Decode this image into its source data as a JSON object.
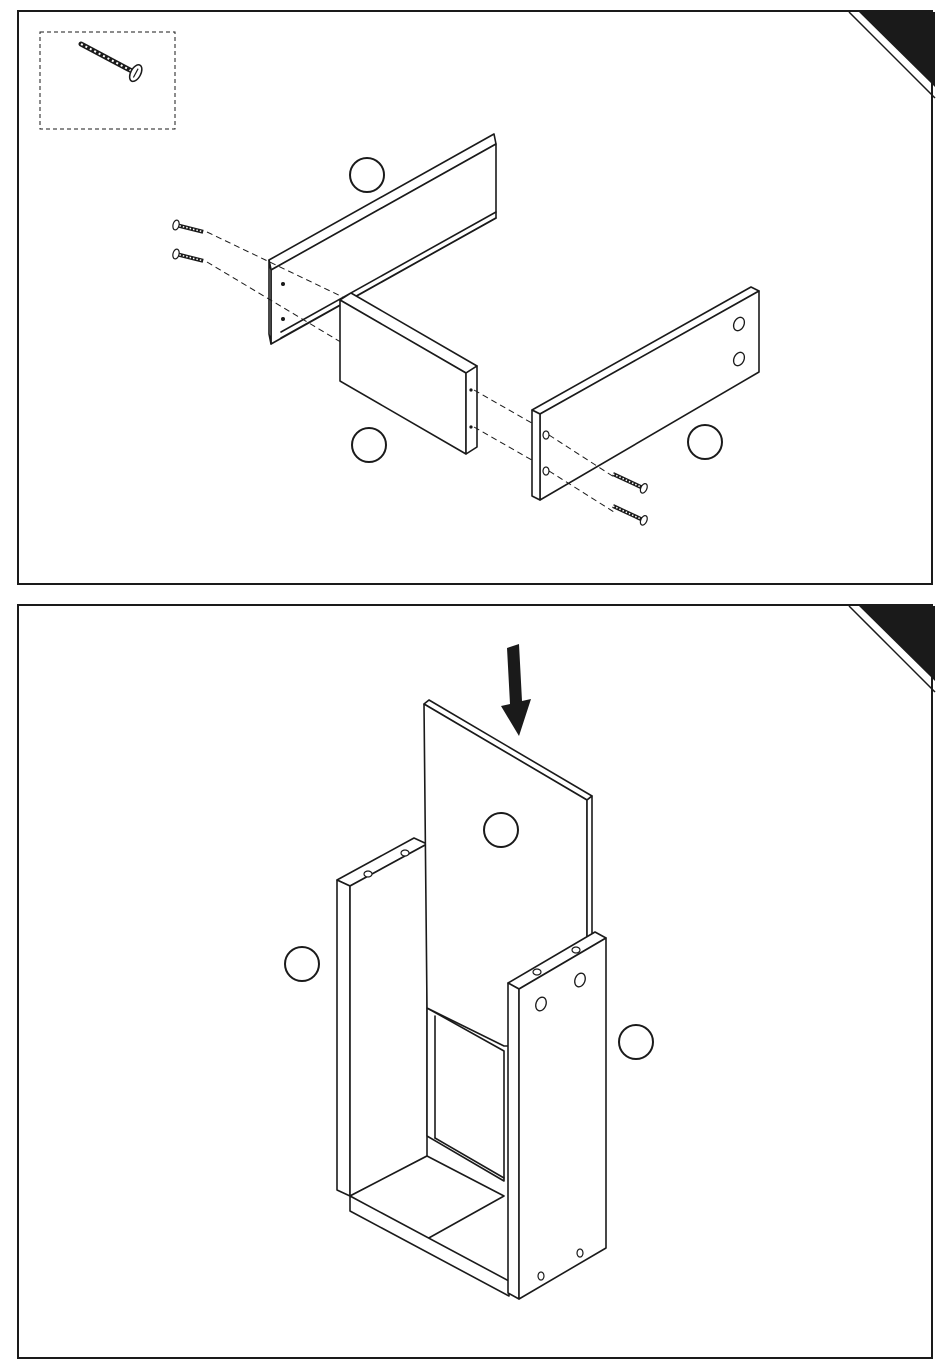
{
  "steps": [
    {
      "step_id": 1,
      "parts_box": {
        "icon": "screw-icon"
      },
      "callouts": [
        "",
        "",
        ""
      ],
      "screws_shown": 4
    },
    {
      "step_id": 2,
      "callouts": [
        "",
        "",
        ""
      ],
      "direction": "down-arrow-icon"
    }
  ],
  "colors": {
    "line": "#1a1a1a",
    "corner_tab": "#1a1a1a",
    "background": "#ffffff"
  }
}
